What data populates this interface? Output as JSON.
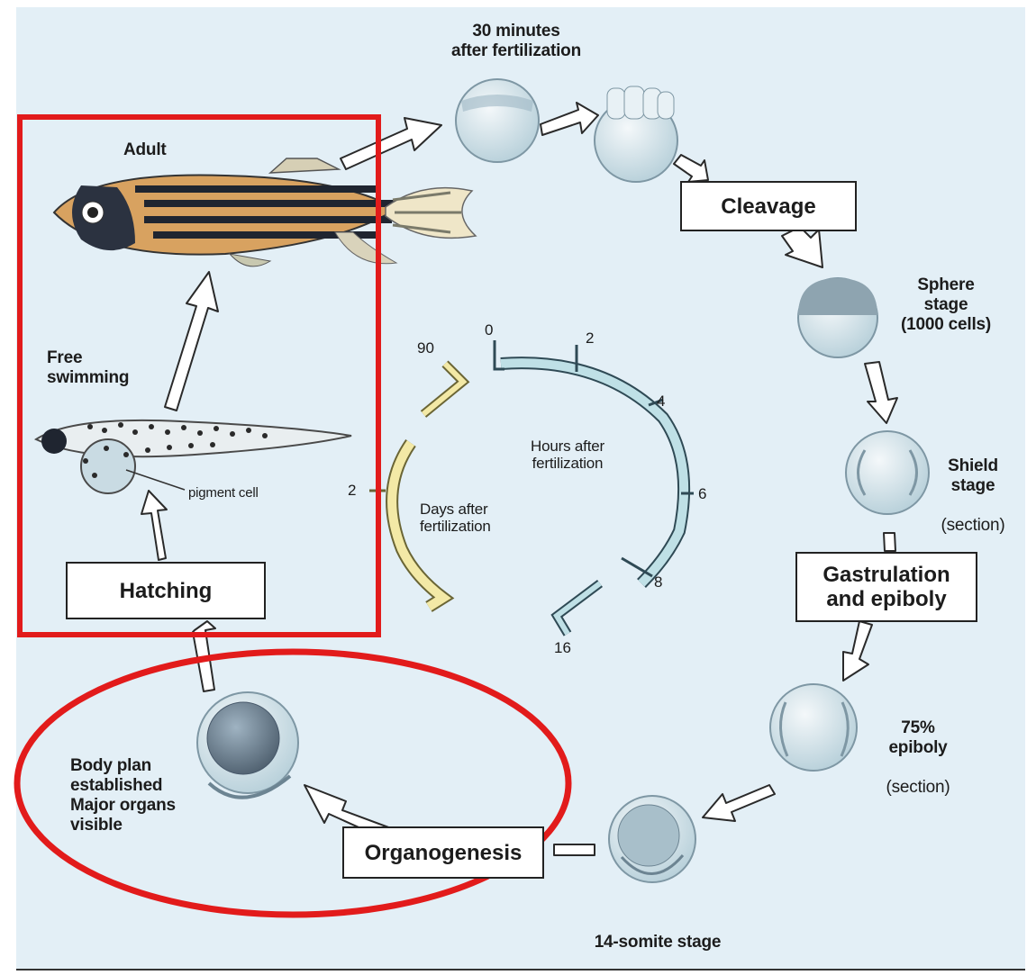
{
  "stages": {
    "fert30": "30 minutes\nafter fertilization",
    "adult": "Adult",
    "free_swimming": "Free\nswimming",
    "pigment_cell": "pigment cell",
    "sphere": "Sphere\nstage\n(1000 cells)",
    "shield_a": "Shield\nstage",
    "shield_b": "(section)",
    "epiboly_a": "75%\nepiboly",
    "epiboly_b": "(section)",
    "somite": "14-somite stage",
    "body_plan": "Body plan\nestablished\nMajor organs\nvisible"
  },
  "boxes": {
    "cleavage": "Cleavage",
    "gastrulation": "Gastrulation\nand epiboly",
    "organogenesis": "Organogenesis",
    "hatching": "Hatching"
  },
  "timeline": {
    "hours_label": "Hours after\nfertilization",
    "days_label": "Days after\nfertilization",
    "hour_ticks": [
      "0",
      "2",
      "4",
      "6",
      "8",
      "16"
    ],
    "day_ticks": [
      "90",
      "2"
    ]
  },
  "colors": {
    "background": "#e3eff6",
    "hours_arc": "#bfe0e6",
    "days_arc": "#f3e9a6",
    "highlight": "#e21b1b",
    "embryo": "#cfe1ea"
  }
}
